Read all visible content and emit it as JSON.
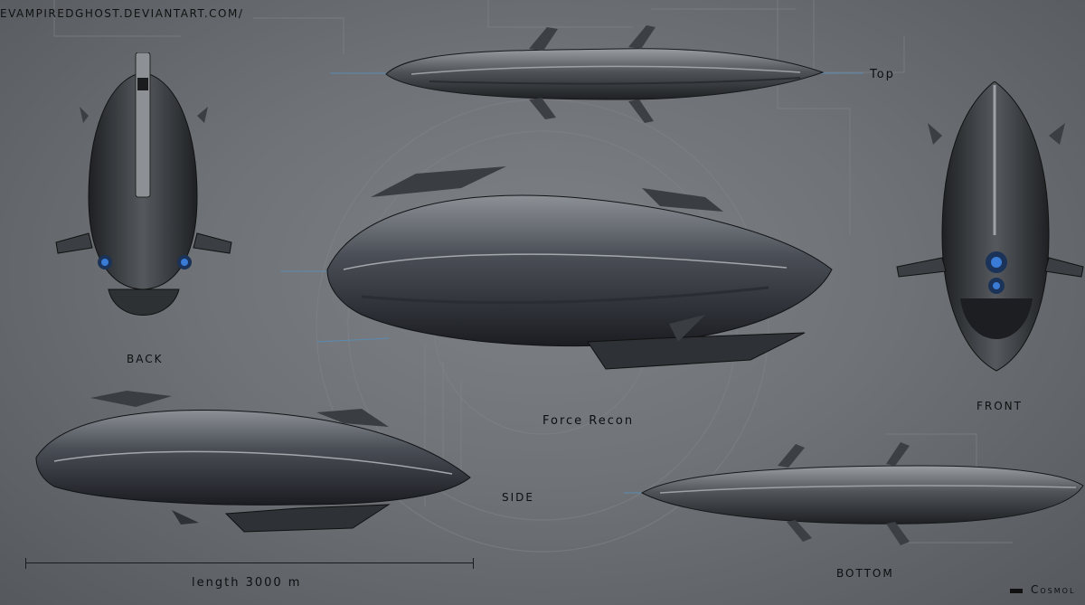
{
  "watermark": "EVAMPIREDGHOST.DEVIANTART.COM/",
  "title": "Force Recon",
  "views": {
    "top": "Top",
    "back": "BACK",
    "front": "FRONT",
    "side": "SIDE",
    "bottom": "BOTTOM"
  },
  "scale": {
    "label": "length 3000 m"
  },
  "credit": "Cosmol",
  "colors": {
    "background": "#6e7276",
    "hull": "#3a3d41",
    "hull_highlight": "#8a8e93",
    "engine_glow": "#3a7bd5",
    "text": "#0d0f10"
  }
}
